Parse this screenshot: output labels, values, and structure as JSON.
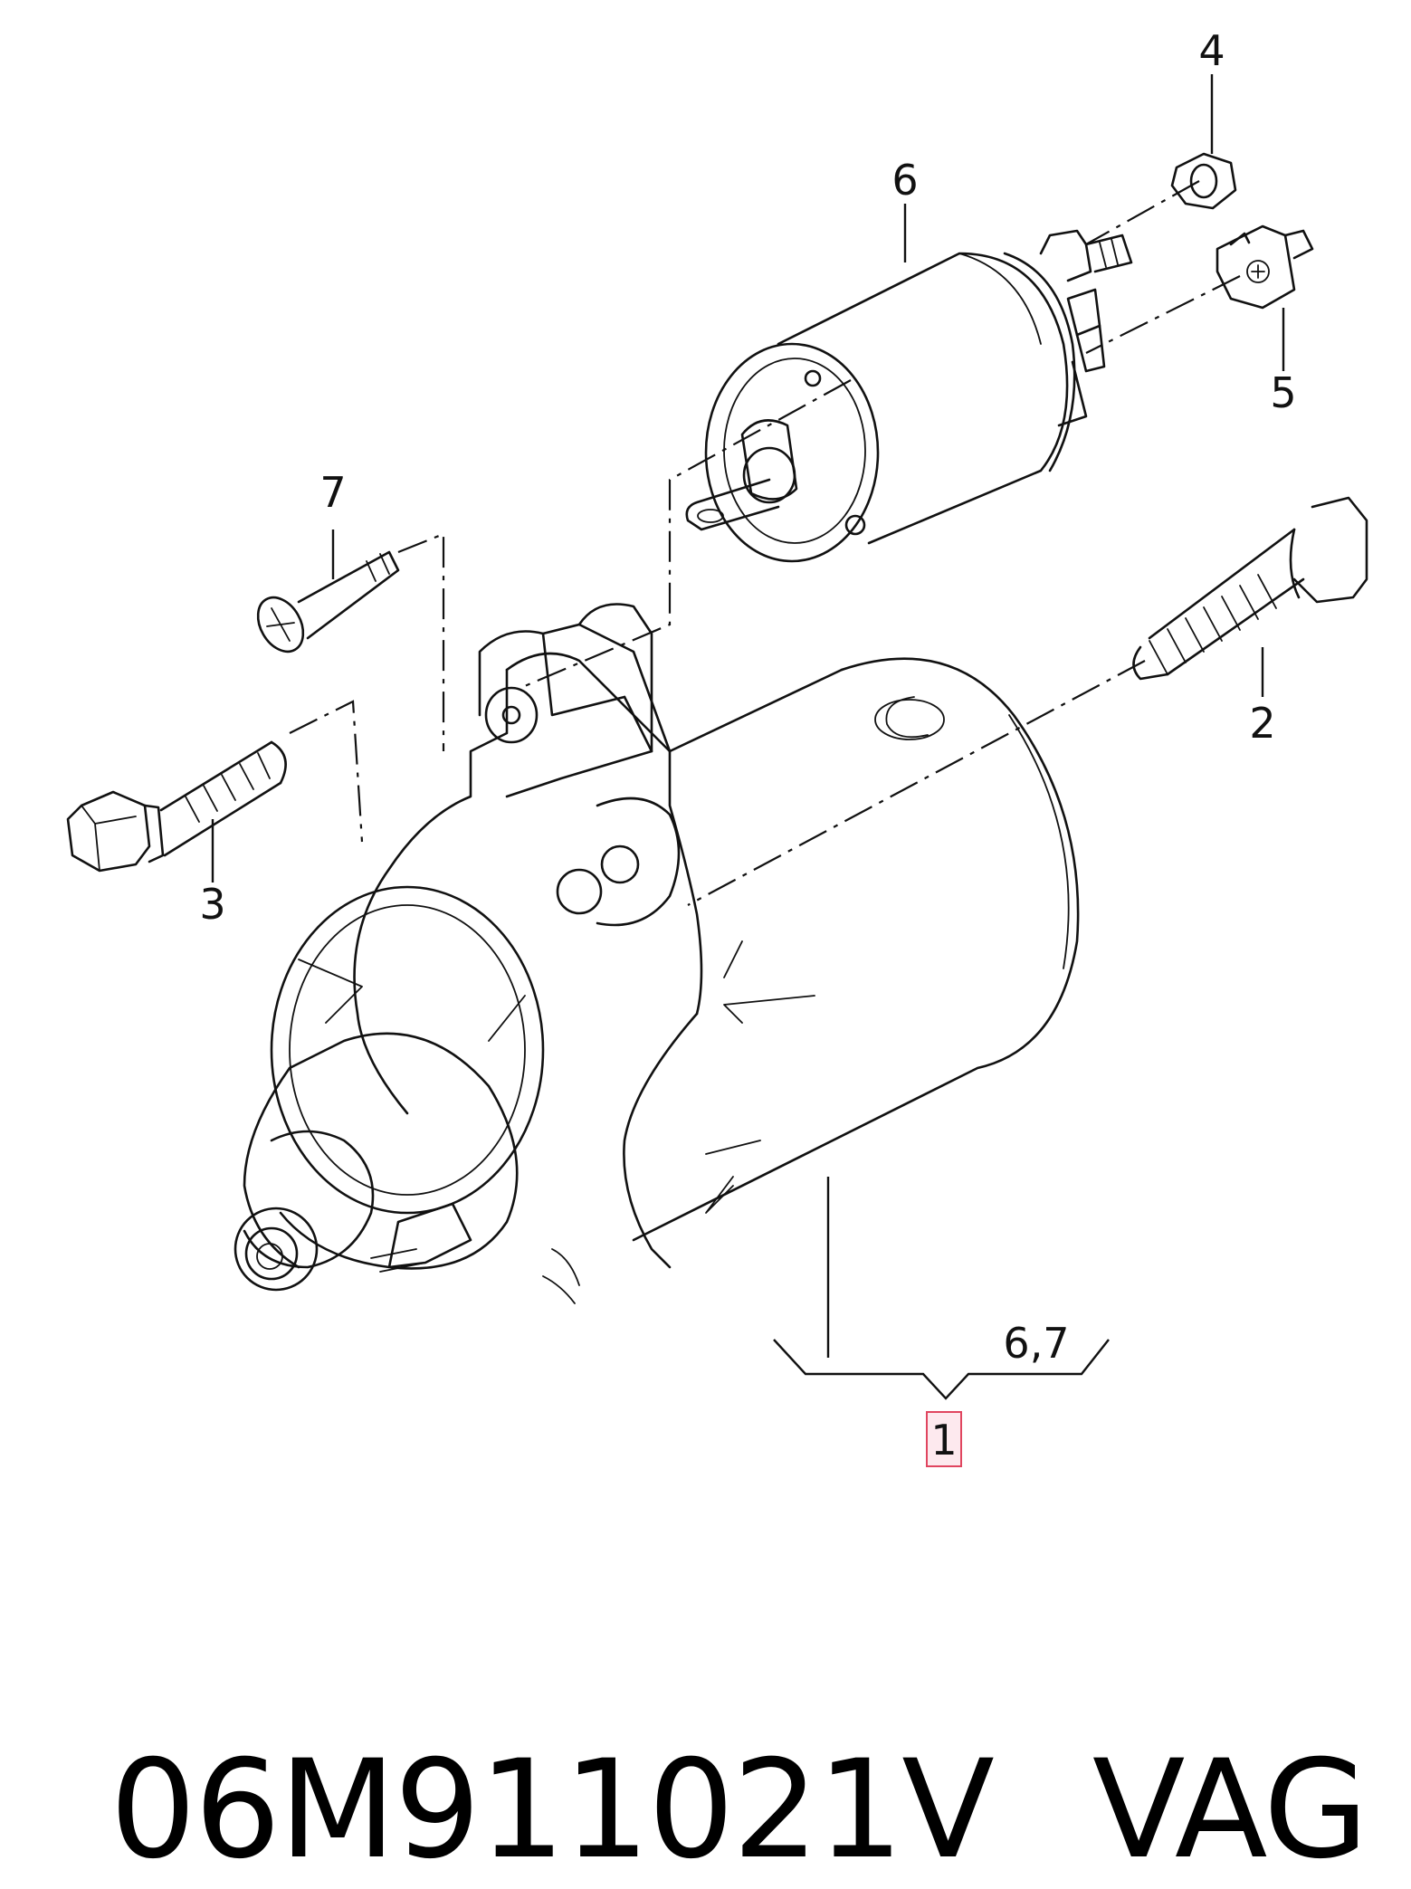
{
  "callouts": {
    "p1": "1",
    "p2": "2",
    "p3": "3",
    "p4": "4",
    "p5": "5",
    "p6": "6",
    "p7": "7",
    "sub": "6,7"
  },
  "footer": {
    "part_number": "06M911021V",
    "brand": "VAG"
  },
  "colors": {
    "highlight_fill": "#fde9ee",
    "highlight_stroke": "#e0455f"
  }
}
